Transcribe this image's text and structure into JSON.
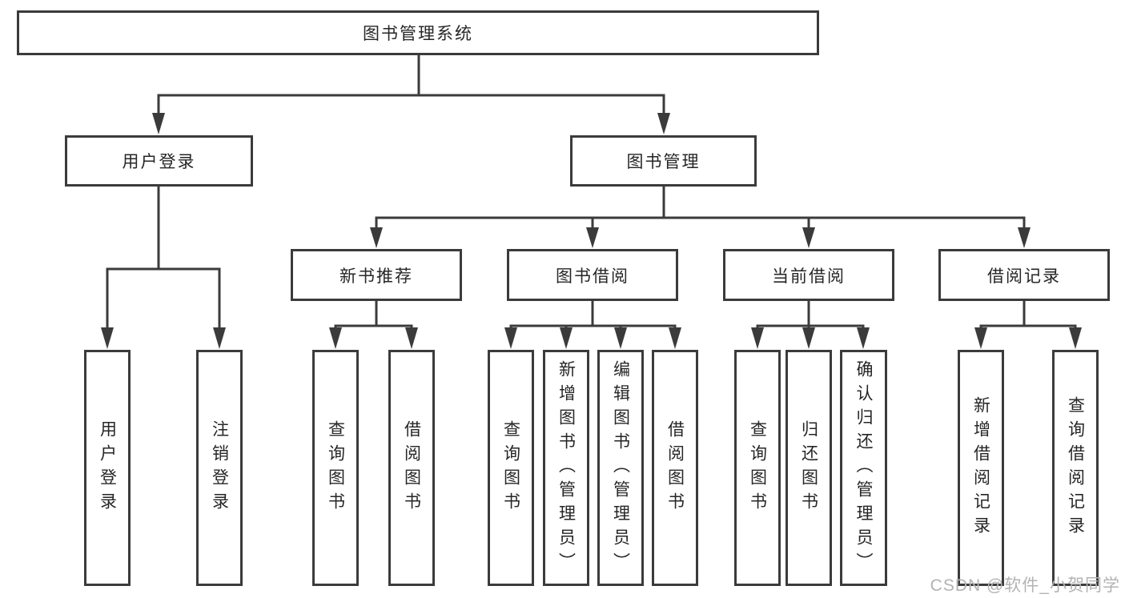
{
  "tree": {
    "label": "图书管理系统",
    "children": [
      {
        "label": "用户登录",
        "children": [
          {
            "label": "用户登录"
          },
          {
            "label": "注销登录"
          }
        ]
      },
      {
        "label": "图书管理",
        "children": [
          {
            "label": "新书推荐",
            "children": [
              {
                "label": "查询图书"
              },
              {
                "label": "借阅图书"
              }
            ]
          },
          {
            "label": "图书借阅",
            "children": [
              {
                "label": "查询图书"
              },
              {
                "label": "新增图书（管理员）"
              },
              {
                "label": "编辑图书（管理员）"
              },
              {
                "label": "借阅图书"
              }
            ]
          },
          {
            "label": "当前借阅",
            "children": [
              {
                "label": "查询图书"
              },
              {
                "label": "归还图书"
              },
              {
                "label": "确认归还（管理员）"
              }
            ]
          },
          {
            "label": "借阅记录",
            "children": [
              {
                "label": "新增借阅记录"
              },
              {
                "label": "查询借阅记录"
              }
            ]
          }
        ]
      }
    ]
  },
  "watermark": "CSDN @软件_小贺同学",
  "colors": {
    "line": "#3b3b3b",
    "box_border": "#3b3b3b",
    "text": "#262626",
    "watermark": "#b3b3b3",
    "background": "#ffffff"
  }
}
